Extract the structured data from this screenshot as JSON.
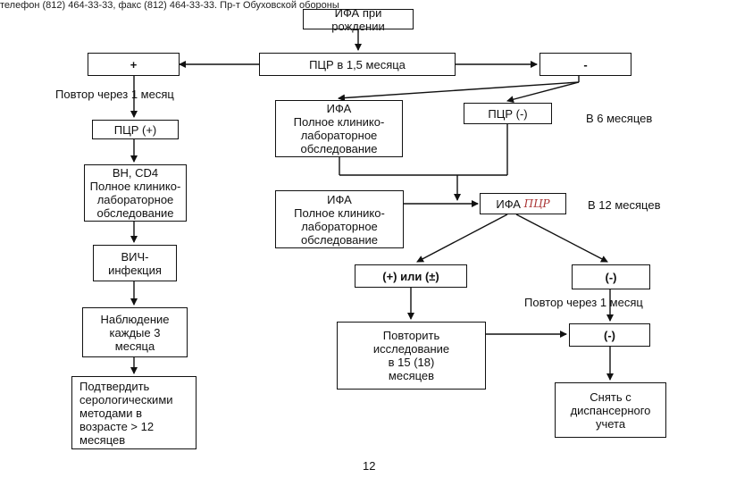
{
  "header_fragment": "телефон (812) 464-33-33, факс (812) 464-33-33. Пр-т Обуховской обороны",
  "nodes": {
    "ifa_birth": "ИФА при рождении",
    "pcr_1_5": "ПЦР в 1,5 месяца",
    "plus": "+",
    "minus": "-",
    "pcr_plus": "ПЦР (+)",
    "ifa_full_6": "ИФА\nПолное клинико-\nлабораторное\nобследование",
    "pcr_minus": "ПЦР (-)",
    "vn_cd4": "ВН, CD4\nПолное клинико-\nлабораторное\nобследование",
    "ifa_full_12": "ИФА\nПолное клинико-\nлабораторное\nобследование",
    "ifa_12": "ИФА",
    "ifa_12_handwritten": "ПЦР",
    "hiv": "ВИЧ-\nинфекция",
    "plus_or_pm": "(+) или (±)",
    "minus_12": "(-)",
    "observe": "Наблюдение\nкаждые 3\nмесяца",
    "repeat": "Повторить\nисследование\nв 15 (18)\nмесяцев",
    "minus_final": "(-)",
    "confirm": "Подтвердить\nсерологическими\nметодами в\nвозрасте > 12\nмесяцев",
    "remove": "Снять с\nдиспансерного\nучета"
  },
  "labels": {
    "repeat_1m_left": "Повтор через 1 месяц",
    "at_6_months": "В 6 месяцев",
    "at_12_months": "В 12 месяцев",
    "repeat_1m_right": "Повтор через 1 месяц"
  },
  "page_number": "12"
}
